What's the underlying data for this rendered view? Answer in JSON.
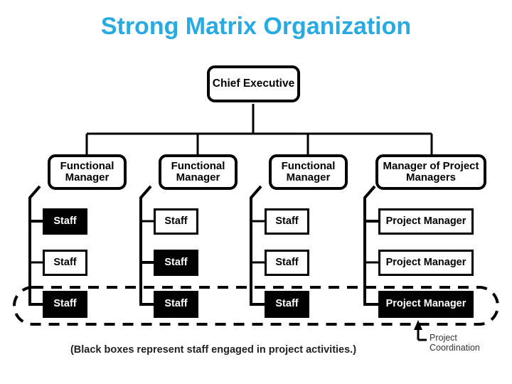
{
  "slide": {
    "title": "Strong Matrix Organization",
    "title_color": "#29abe2",
    "background": "#ffffff",
    "caption": "(Black boxes represent staff engaged in project activities.)",
    "annotation": {
      "label": "Project\nCoordination",
      "marker": "up-arrow-to-dashed-ellipse"
    }
  },
  "chart_data": {
    "type": "diagram",
    "subtype": "organization-chart",
    "title": "Strong Matrix Organization",
    "root": {
      "label": "Chief Executive",
      "style": "rounded-outline"
    },
    "columns": [
      {
        "manager": {
          "label": "Functional Manager",
          "style": "rounded-outline"
        },
        "reports": [
          {
            "label": "Staff",
            "filled": true
          },
          {
            "label": "Staff",
            "filled": false
          },
          {
            "label": "Staff",
            "filled": true
          }
        ]
      },
      {
        "manager": {
          "label": "Functional Manager",
          "style": "rounded-outline"
        },
        "reports": [
          {
            "label": "Staff",
            "filled": false
          },
          {
            "label": "Staff",
            "filled": true
          },
          {
            "label": "Staff",
            "filled": true
          }
        ]
      },
      {
        "manager": {
          "label": "Functional Manager",
          "style": "rounded-outline"
        },
        "reports": [
          {
            "label": "Staff",
            "filled": false
          },
          {
            "label": "Staff",
            "filled": false
          },
          {
            "label": "Staff",
            "filled": true
          }
        ]
      },
      {
        "manager": {
          "label": "Manager of Project Managers",
          "style": "rounded-outline"
        },
        "reports": [
          {
            "label": "Project Manager",
            "filled": false
          },
          {
            "label": "Project Manager",
            "filled": false
          },
          {
            "label": "Project Manager",
            "filled": true
          }
        ]
      }
    ],
    "highlight": {
      "shape": "dashed-ellipse",
      "encloses": "bottom-row",
      "meaning": "Project Coordination"
    },
    "legend": "(Black boxes represent staff engaged in project activities.)"
  },
  "nodes": {
    "chief": "Chief Executive",
    "fm1": "Functional Manager",
    "fm2": "Functional Manager",
    "fm3": "Functional Manager",
    "mpm": "Manager of Project Managers",
    "c1r1": "Staff",
    "c1r2": "Staff",
    "c1r3": "Staff",
    "c2r1": "Staff",
    "c2r2": "Staff",
    "c2r3": "Staff",
    "c3r1": "Staff",
    "c3r2": "Staff",
    "c3r3": "Staff",
    "c4r1": "Project Manager",
    "c4r2": "Project Manager",
    "c4r3": "Project Manager"
  }
}
